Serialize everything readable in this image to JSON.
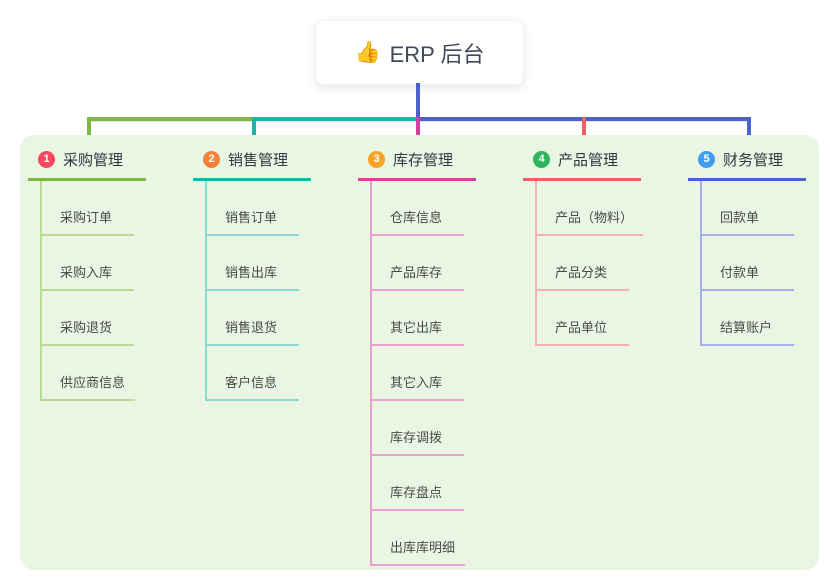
{
  "root_node": {
    "icon": "thumbs-up",
    "icon_char": "👍",
    "title": "ERP 后台"
  },
  "colors": {
    "canvas_bg": "#ffffff",
    "panel_bg": "#e8f6e3",
    "root_stem": "#4a63d0",
    "trunk_segments": [
      "#7cb93e",
      "#1fb3a7",
      "#4a63d0"
    ]
  },
  "branches": [
    {
      "number": "1",
      "label": "采购管理",
      "badge_color": "#f6495f",
      "line_color": "#7cb93e",
      "line_light": "#b9dc92",
      "children": [
        "采购订单",
        "采购入库",
        "采购退货",
        "供应商信息"
      ]
    },
    {
      "number": "2",
      "label": "销售管理",
      "badge_color": "#f58138",
      "line_color": "#1fb3a7",
      "line_light": "#8fd8d0",
      "children": [
        "销售订单",
        "销售出库",
        "销售退货",
        "客户信息"
      ]
    },
    {
      "number": "3",
      "label": "库存管理",
      "badge_color": "#f7a426",
      "line_color": "#d6409f",
      "line_light": "#ec9fce",
      "children": [
        "仓库信息",
        "产品库存",
        "其它出库",
        "其它入库",
        "库存调拨",
        "库存盘点",
        "出库库明细"
      ]
    },
    {
      "number": "4",
      "label": "产品管理",
      "badge_color": "#2db55d",
      "line_color": "#f25f5f",
      "line_light": "#f8afaf",
      "children": [
        "产品（物料）",
        "产品分类",
        "产品单位"
      ]
    },
    {
      "number": "5",
      "label": "财务管理",
      "badge_color": "#3f9ef2",
      "line_color": "#4a63d0",
      "line_light": "#a6b2e6",
      "children": [
        "回款单",
        "付款单",
        "结算账户"
      ]
    }
  ]
}
